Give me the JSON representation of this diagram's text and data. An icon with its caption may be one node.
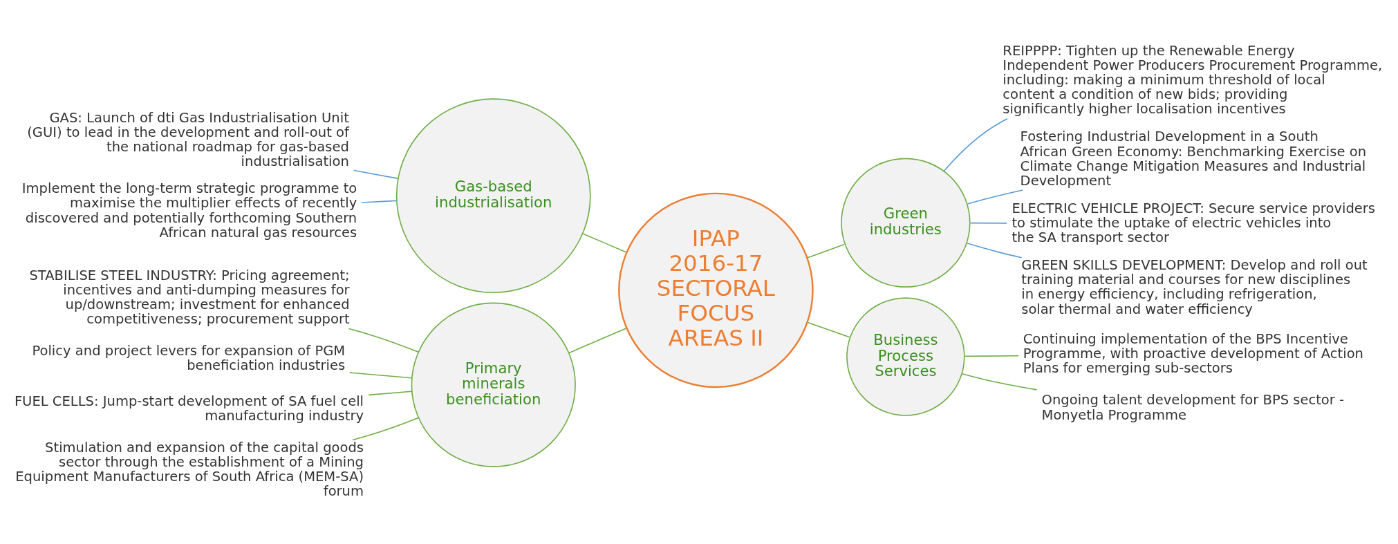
{
  "diagram": {
    "nodes": [
      {
        "text": [
          "IPAP 2016-17 SECTORAL FOCUS AREAS II"
        ]
      },
      {
        "text": [
          "Gas-based industrialisation"
        ]
      },
      {
        "text": [
          "GAS: Launch of dti Gas Industrialisation Unit (GUI) to lead in the development and roll-out of the national roadmap for gas-based industrialisation"
        ]
      },
      {
        "text": [
          "Implement the long-term strategic programme to maximise the multiplier effects of recently discovered and potentially forthcoming Southern African natural gas resources"
        ]
      },
      {
        "text": [
          "Primary minerals beneficiation"
        ]
      },
      {
        "text": [
          "STABILISE STEEL INDUSTRY: Pricing agreement; incentives and anti-dumping measures for up/downstream; investment for enhanced competitiveness; procurement support"
        ]
      },
      {
        "text": [
          "Policy and project levers for expansion of PGM beneficiation industries"
        ]
      },
      {
        "text": [
          "FUEL CELLS: Jump-start development of SA fuel cell manufacturing industry"
        ]
      },
      {
        "text": [
          "Stimulation and expansion of the capital goods sector through the establishment of a Mining Equipment Manufacturers of South Africa (MEM-SA) forum"
        ]
      },
      {
        "text": [
          "Green industries"
        ]
      },
      {
        "text": [
          "REIPPPP: Tighten up the Renewable Energy Independent Power Producers Procurement Programme, including: making a minimum threshold of local content a condition of new bids; providing significantly higher localisation incentives"
        ]
      },
      {
        "text": [
          "Fostering Industrial Development in a South African Green Economy: Benchmarking Exercise on Climate Change Mitigation Measures and Industrial Development"
        ]
      },
      {
        "text": [
          "ELECTRIC VEHICLE PROJECT: Secure service providers to stimulate the uptake of electric vehicles into the SA transport sector"
        ]
      },
      {
        "text": [
          "GREEN SKILLS DEVELOPMENT: Develop and roll out training material and courses for new disciplines in energy efficiency, including refrigeration, solar thermal and water efficiency"
        ]
      },
      {
        "text": [
          "Business Process Services"
        ]
      },
      {
        "text": [
          "Continuing implementation of the BPS Incentive Programme, with proactive development of Action Plans for emerging sub-sectors"
        ]
      },
      {
        "text": [
          "Ongoing talent development for BPS sector - Monyetla Programme"
        ]
      }
    ],
    "edges": [
      {
        "from": 2,
        "to": 1,
        "arrow": "none",
        "color": "#5b9bd5"
      },
      {
        "from": 3,
        "to": 1,
        "arrow": "none",
        "color": "#5b9bd5"
      },
      {
        "from": 1,
        "to": 0,
        "arrow": "none"
      },
      {
        "from": 5,
        "to": 4,
        "arrow": "none"
      },
      {
        "from": 6,
        "to": 4,
        "arrow": "none"
      },
      {
        "from": 7,
        "to": 4,
        "arrow": "none"
      },
      {
        "from": 8,
        "to": 4,
        "arrow": "none"
      },
      {
        "from": 4,
        "to": 0,
        "arrow": "none"
      },
      {
        "from": 0,
        "to": 9,
        "arrow": "none"
      },
      {
        "from": 9,
        "to": 10,
        "arrow": "none",
        "color": "#5b9bd5"
      },
      {
        "from": 9,
        "to": 11,
        "arrow": "none",
        "color": "#5b9bd5"
      },
      {
        "from": 9,
        "to": 12,
        "arrow": "none",
        "color": "#5b9bd5"
      },
      {
        "from": 9,
        "to": 13,
        "arrow": "none",
        "color": "#5b9bd5"
      },
      {
        "from": 0,
        "to": 14,
        "arrow": "none"
      },
      {
        "from": 14,
        "to": 15,
        "arrow": "none"
      },
      {
        "from": 14,
        "to": 16,
        "arrow": "none"
      }
    ]
  }
}
